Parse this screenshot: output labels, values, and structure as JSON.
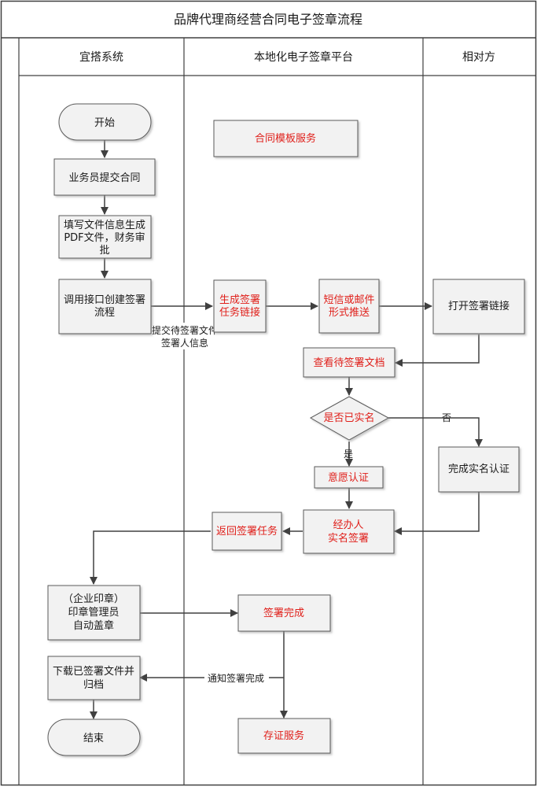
{
  "title": "品牌代理商经营合同电子签章流程",
  "lanes": [
    {
      "id": "lane-system",
      "label": "宜搭系统"
    },
    {
      "id": "lane-platform",
      "label": "本地化电子签章平台"
    },
    {
      "id": "lane-counterparty",
      "label": "相对方"
    }
  ],
  "nodes": {
    "start": "开始",
    "submit": "业务员提交合同",
    "fill": [
      "填写文件信息生成",
      "PDF文件，财务审",
      "批"
    ],
    "api": [
      "调用接口创建签署",
      "流程"
    ],
    "template": "合同模板服务",
    "gen_link": [
      "生成签署",
      "任务链接"
    ],
    "sms": [
      "短信或邮件",
      "形式推送"
    ],
    "open_link": "打开签署链接",
    "view_doc": "查看待签署文档",
    "is_verified": "是否已实名",
    "willing": "意愿认证",
    "verify": "完成实名认证",
    "agent_sign": [
      "经办人",
      "实名签署"
    ],
    "return_task": "返回签署任务",
    "auto_seal": [
      "（企业印章）",
      "印章管理员",
      "自动盖章"
    ],
    "sign_done": "签署完成",
    "download": [
      "下载已签署文件并",
      "归档"
    ],
    "end": "结束",
    "evidence": "存证服务"
  },
  "edge_labels": {
    "submit_info": [
      "提交待签署文件",
      "签署人信息"
    ],
    "no": "否",
    "yes": "是",
    "notify": "通知签署完成"
  },
  "colors": {
    "line": "#404040",
    "black_text": "#1a1a1a",
    "red_text": "#e0201b",
    "box_fill": "#f2f2f2",
    "shadow": "#c9c9c9"
  }
}
